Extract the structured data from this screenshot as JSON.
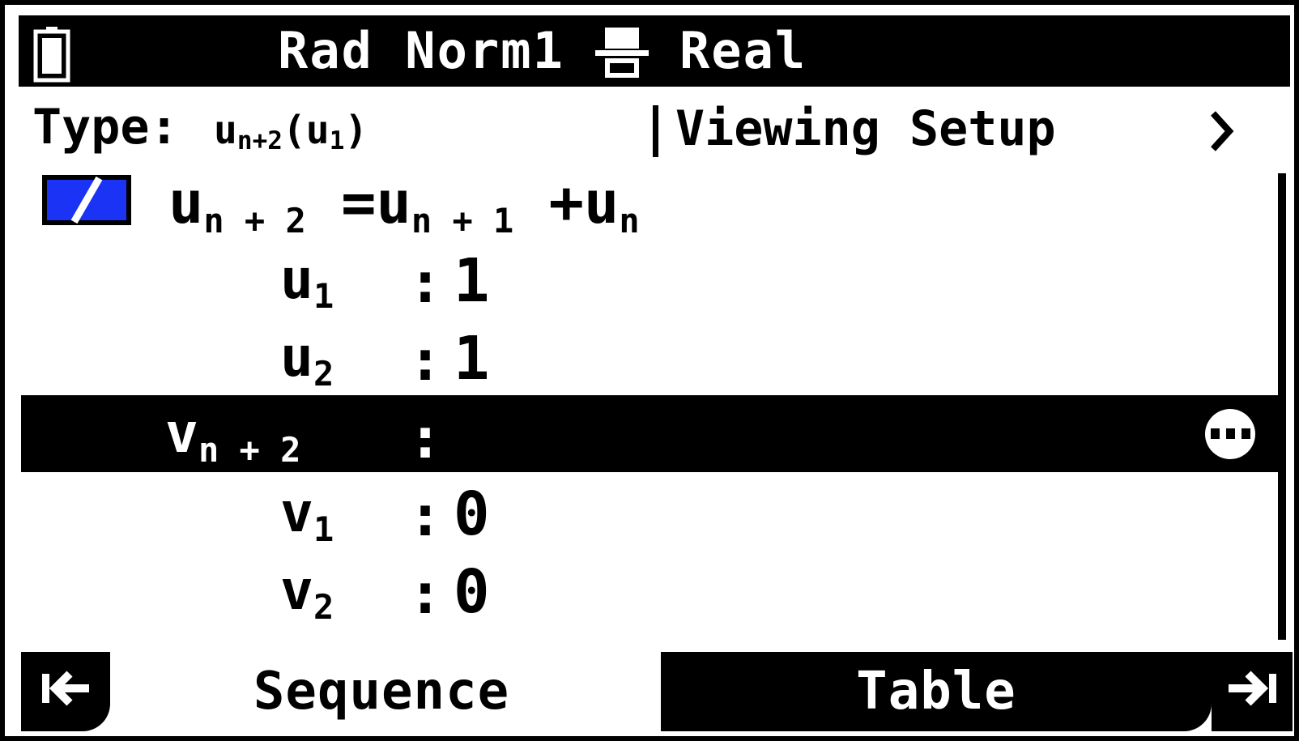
{
  "statusbar": {
    "battery_icon": "battery-icon",
    "angle_and_display_mode": "Rad Norm1",
    "fraction_icon": "mixed-fraction-icon",
    "number_mode": "Real"
  },
  "header": {
    "type_label": "Type:",
    "type_value_base": "u",
    "type_value_sub1": "n+2",
    "type_value_mid": "(u",
    "type_value_sub2": "1",
    "type_value_end": ")",
    "divider": "|",
    "viewing_setup_label": "Viewing Setup",
    "chevron": "›"
  },
  "rows": [
    {
      "id": "u-recurrence",
      "checkbox": true,
      "name_base": "u",
      "name_sub": "n + 2",
      "separator": "=",
      "expression_base1": "u",
      "expression_sub1": "n + 1",
      "expression_op": "+",
      "expression_base2": "u",
      "expression_sub2": "n",
      "value": "",
      "selected": false,
      "more": false
    },
    {
      "id": "u1",
      "checkbox": false,
      "name_base": "u",
      "name_sub": "1",
      "separator": ":",
      "value": "1",
      "selected": false,
      "more": false
    },
    {
      "id": "u2",
      "checkbox": false,
      "name_base": "u",
      "name_sub": "2",
      "separator": ":",
      "value": "1",
      "selected": false,
      "more": false
    },
    {
      "id": "v-recurrence",
      "checkbox": false,
      "name_base": "v",
      "name_sub": "n + 2",
      "separator": ":",
      "value": "",
      "selected": true,
      "more": true
    },
    {
      "id": "v1",
      "checkbox": false,
      "name_base": "v",
      "name_sub": "1",
      "separator": ":",
      "value": "0",
      "selected": false,
      "more": false
    },
    {
      "id": "v2",
      "checkbox": false,
      "name_base": "v",
      "name_sub": "2",
      "separator": ":",
      "value": "0",
      "selected": false,
      "more": false
    }
  ],
  "tabbar": {
    "nav_first_icon": "|←",
    "tab_sequence_label": "Sequence",
    "tab_table_label": "Table",
    "nav_last_icon": "→|"
  },
  "colors": {
    "checkbox_blue": "#1a33f4",
    "foreground": "#000000",
    "background": "#ffffff"
  }
}
